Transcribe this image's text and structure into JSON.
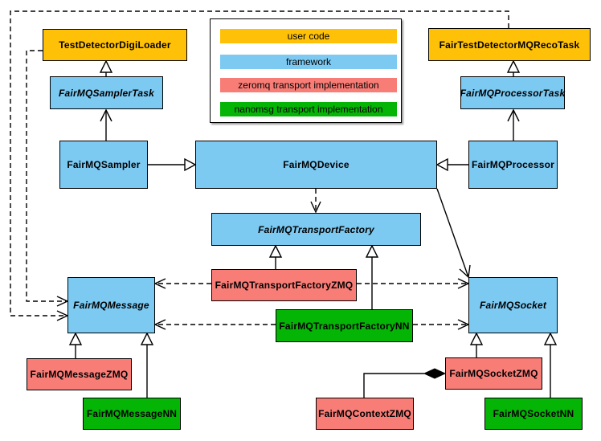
{
  "colors": {
    "user_code": "#FFC107",
    "framework": "#7CC9F2",
    "zeromq": "#F97D77",
    "nanomsg": "#05B505",
    "outline": "#000000",
    "canvas": "#FFFFFF"
  },
  "diagram": {
    "legend": {
      "items": [
        {
          "label": "user code",
          "color": "#FFC107",
          "category": "user-code"
        },
        {
          "label": "framework",
          "color": "#7CC9F2",
          "category": "framework"
        },
        {
          "label": "zeromq transport implementation",
          "color": "#F97D77",
          "category": "zeromq"
        },
        {
          "label": "nanomsg transport implementation",
          "color": "#05B505",
          "category": "nanomsg"
        }
      ]
    },
    "nodes": {
      "tddl": {
        "label": "TestDetectorDigiLoader",
        "category": "user-code",
        "abstract": false
      },
      "recoTask": {
        "label": "FairTestDetectorMQRecoTask",
        "category": "user-code",
        "abstract": false
      },
      "samplerTask": {
        "label": "FairMQSamplerTask",
        "category": "framework",
        "abstract": true
      },
      "processorTask": {
        "label": "FairMQProcessorTask",
        "category": "framework",
        "abstract": true
      },
      "sampler": {
        "label": "FairMQSampler",
        "category": "framework",
        "abstract": false
      },
      "device": {
        "label": "FairMQDevice",
        "category": "framework",
        "abstract": false
      },
      "processor": {
        "label": "FairMQProcessor",
        "category": "framework",
        "abstract": false
      },
      "factory": {
        "label": "FairMQTransportFactory",
        "category": "framework",
        "abstract": true
      },
      "factoryZmq": {
        "label": "FairMQTransportFactoryZMQ",
        "category": "zeromq",
        "abstract": false
      },
      "factoryNn": {
        "label": "FairMQTransportFactoryNN",
        "category": "nanomsg",
        "abstract": false
      },
      "message": {
        "label": "FairMQMessage",
        "category": "framework",
        "abstract": true
      },
      "socket": {
        "label": "FairMQSocket",
        "category": "framework",
        "abstract": true
      },
      "messageZmq": {
        "label": "FairMQMessageZMQ",
        "category": "zeromq",
        "abstract": false
      },
      "messageNn": {
        "label": "FairMQMessageNN",
        "category": "nanomsg",
        "abstract": false
      },
      "contextZmq": {
        "label": "FairMQContextZMQ",
        "category": "zeromq",
        "abstract": false
      },
      "socketZmq": {
        "label": "FairMQSocketZMQ",
        "category": "zeromq",
        "abstract": false
      },
      "socketNn": {
        "label": "FairMQSocketNN",
        "category": "nanomsg",
        "abstract": false
      }
    },
    "edges": [
      {
        "from": "FairMQSamplerTask",
        "to": "TestDetectorDigiLoader",
        "line": "solid",
        "head": "hollow-triangle"
      },
      {
        "from": "FairMQSampler",
        "to": "FairMQSamplerTask",
        "line": "solid",
        "head": "open-arrow"
      },
      {
        "from": "FairMQProcessorTask",
        "to": "FairTestDetectorMQRecoTask",
        "line": "solid",
        "head": "hollow-triangle"
      },
      {
        "from": "FairMQProcessor",
        "to": "FairMQProcessorTask",
        "line": "solid",
        "head": "open-arrow"
      },
      {
        "from": "FairMQSampler",
        "to": "FairMQDevice",
        "line": "solid",
        "head": "hollow-triangle"
      },
      {
        "from": "FairMQProcessor",
        "to": "FairMQDevice",
        "line": "solid",
        "head": "hollow-triangle"
      },
      {
        "from": "FairMQDevice",
        "to": "FairMQTransportFactory",
        "line": "dashed",
        "head": "open-arrow"
      },
      {
        "from": "FairMQDevice",
        "to": "FairMQSocket",
        "line": "solid",
        "head": "open-arrow"
      },
      {
        "from": "FairMQTransportFactoryZMQ",
        "to": "FairMQTransportFactory",
        "line": "solid",
        "head": "hollow-triangle"
      },
      {
        "from": "FairMQTransportFactoryNN",
        "to": "FairMQTransportFactory",
        "line": "solid",
        "head": "hollow-triangle"
      },
      {
        "from": "FairMQTransportFactoryZMQ",
        "to": "FairMQMessage",
        "line": "dashed",
        "head": "open-arrow"
      },
      {
        "from": "FairMQTransportFactoryZMQ",
        "to": "FairMQSocket",
        "line": "dashed",
        "head": "open-arrow"
      },
      {
        "from": "FairMQTransportFactoryNN",
        "to": "FairMQMessage",
        "line": "dashed",
        "head": "open-arrow"
      },
      {
        "from": "FairMQTransportFactoryNN",
        "to": "FairMQSocket",
        "line": "dashed",
        "head": "open-arrow"
      },
      {
        "from": "TestDetectorDigiLoader",
        "to": "FairMQMessage",
        "line": "dashed",
        "head": "open-arrow"
      },
      {
        "from": "FairTestDetectorMQRecoTask",
        "to": "FairMQMessage",
        "line": "dashed",
        "head": "open-arrow"
      },
      {
        "from": "FairMQMessageZMQ",
        "to": "FairMQMessage",
        "line": "solid",
        "head": "hollow-triangle"
      },
      {
        "from": "FairMQMessageNN",
        "to": "FairMQMessage",
        "line": "solid",
        "head": "hollow-triangle"
      },
      {
        "from": "FairMQSocketZMQ",
        "to": "FairMQSocket",
        "line": "solid",
        "head": "hollow-triangle"
      },
      {
        "from": "FairMQSocketNN",
        "to": "FairMQSocket",
        "line": "solid",
        "head": "hollow-triangle"
      },
      {
        "from": "FairMQContextZMQ",
        "to": "FairMQSocketZMQ",
        "line": "solid",
        "head": "filled-diamond"
      }
    ]
  }
}
